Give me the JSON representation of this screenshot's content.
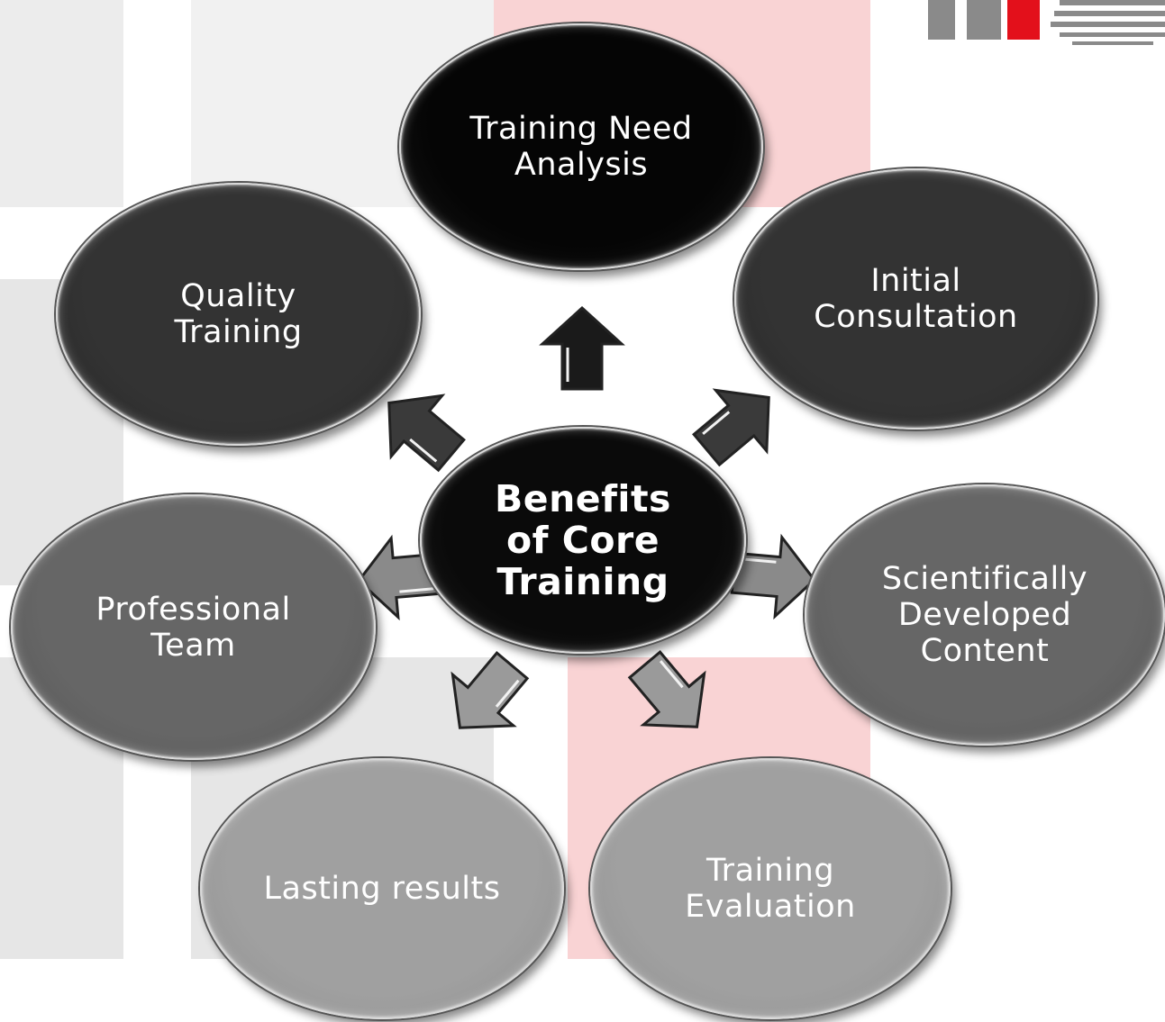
{
  "center": "Benefits of Core Training",
  "nodes": {
    "tna": "Training Need Analysis",
    "consultation": "Initial Consultation",
    "content": "Scientifically Developed Content",
    "evaluation": "Training Evaluation",
    "results": "Lasting results",
    "team": "Professional Team",
    "quality": "Quality Training"
  },
  "colors": {
    "black": "#050505",
    "dark": "#2f2f2f",
    "mid": "#5f5f5f",
    "light": "#9b9b9b",
    "pink_panel": "#f9d3d4",
    "grey_panel": "#e8e8e8",
    "logo_red": "#e3101b",
    "logo_grey": "#8a8a8a"
  }
}
